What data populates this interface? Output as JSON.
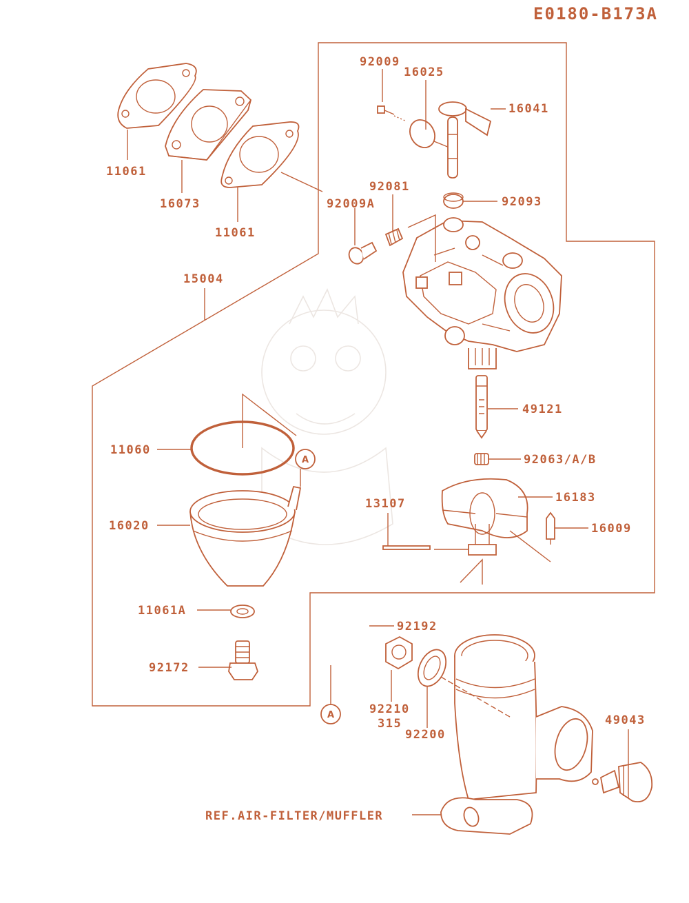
{
  "title": "E0180-B173A",
  "colors": {
    "ink": "#c0603a",
    "background": "#ffffff"
  },
  "labels": {
    "p92009": "92009",
    "p16025": "16025",
    "p16041": "16041",
    "p11061_a": "11061",
    "p16073": "16073",
    "p11061_b": "11061",
    "p92009A": "92009A",
    "p92081": "92081",
    "p92093": "92093",
    "p15004": "15004",
    "p49121": "49121",
    "p11060": "11060",
    "p92063": "92063/A/B",
    "p16183": "16183",
    "p13107": "13107",
    "p16020": "16020",
    "p16009": "16009",
    "p11061A": "11061A",
    "p92192": "92192",
    "p92172": "92172",
    "p92210": "92210",
    "p315": "315",
    "p92200": "92200",
    "p49043": "49043",
    "ref": "REF.AIR-FILTER/MUFFLER"
  },
  "markers": {
    "a_top": "A",
    "a_bottom": "A"
  }
}
